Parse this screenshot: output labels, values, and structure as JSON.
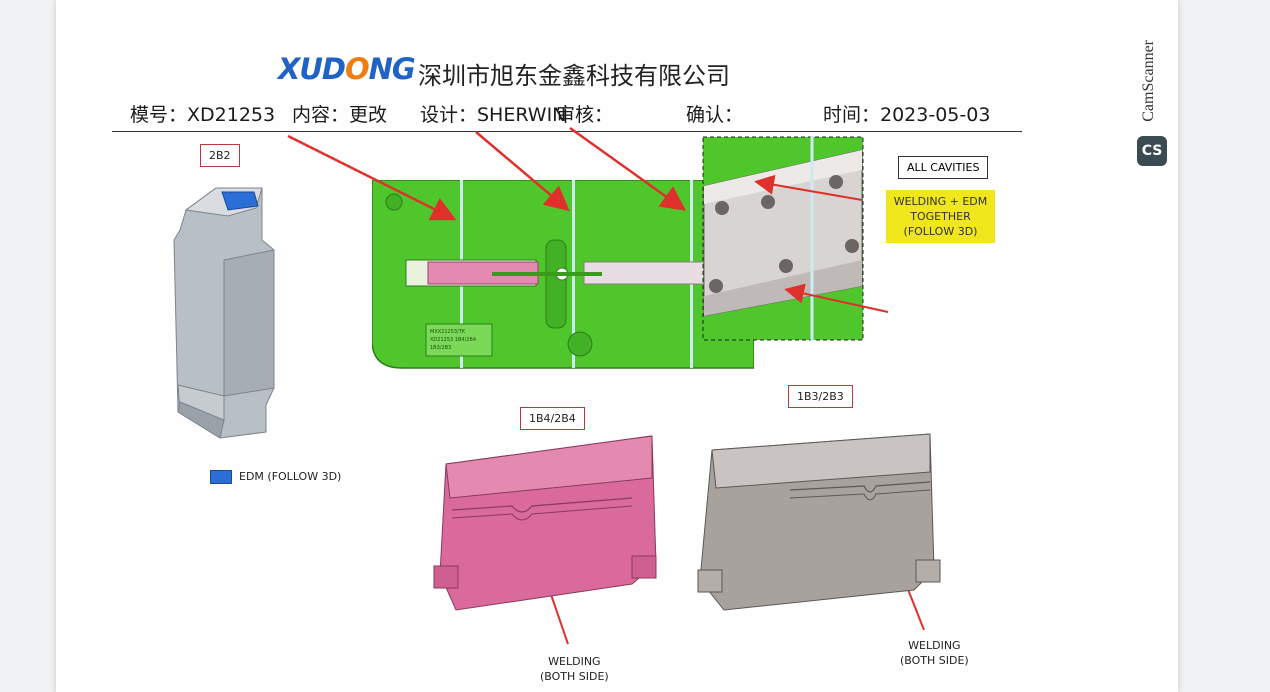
{
  "header": {
    "logo_prefix": "XUD",
    "logo_o": "O",
    "logo_suffix": "NG",
    "company": "深圳市旭东金鑫科技有限公司",
    "mold_no": "模号：XD21253",
    "content": "内容：更改",
    "design": "设计：SHERWIN",
    "review": "审核：",
    "confirm": "确认：",
    "time": "时间：2023-05-03"
  },
  "labels": {
    "tag_2b2": "2B2",
    "tag_1b4": "1B4/2B4",
    "tag_1b3": "1B3/2B3",
    "all_cavities": "ALL CAVITIES",
    "welding_edm_line1": "WELDING + EDM",
    "welding_edm_line2": "TOGETHER",
    "welding_edm_line3": "(FOLLOW 3D)",
    "legend_edm": "EDM (FOLLOW 3D)",
    "welding_left_line1": "WELDING",
    "welding_left_line2": "(BOTH SIDE)",
    "welding_right_line1": "WELDING",
    "welding_right_line2": "(BOTH SIDE)",
    "mold_plate_text1": "MXX21253/TK",
    "mold_plate_text2": "XD21253 1B4/2B4",
    "mold_plate_text3": "1B3/2B3"
  },
  "colors": {
    "mold_green": "#4fc72c",
    "edm_blue": "#2b6fd6",
    "callout_yellow": "#f0e61c",
    "arrow_red": "#e0302c",
    "pink_part": "#d96a9b",
    "grey_part": "#a8a29e"
  },
  "watermark": {
    "app_name": "CamScanner",
    "icon_text": "CS"
  }
}
